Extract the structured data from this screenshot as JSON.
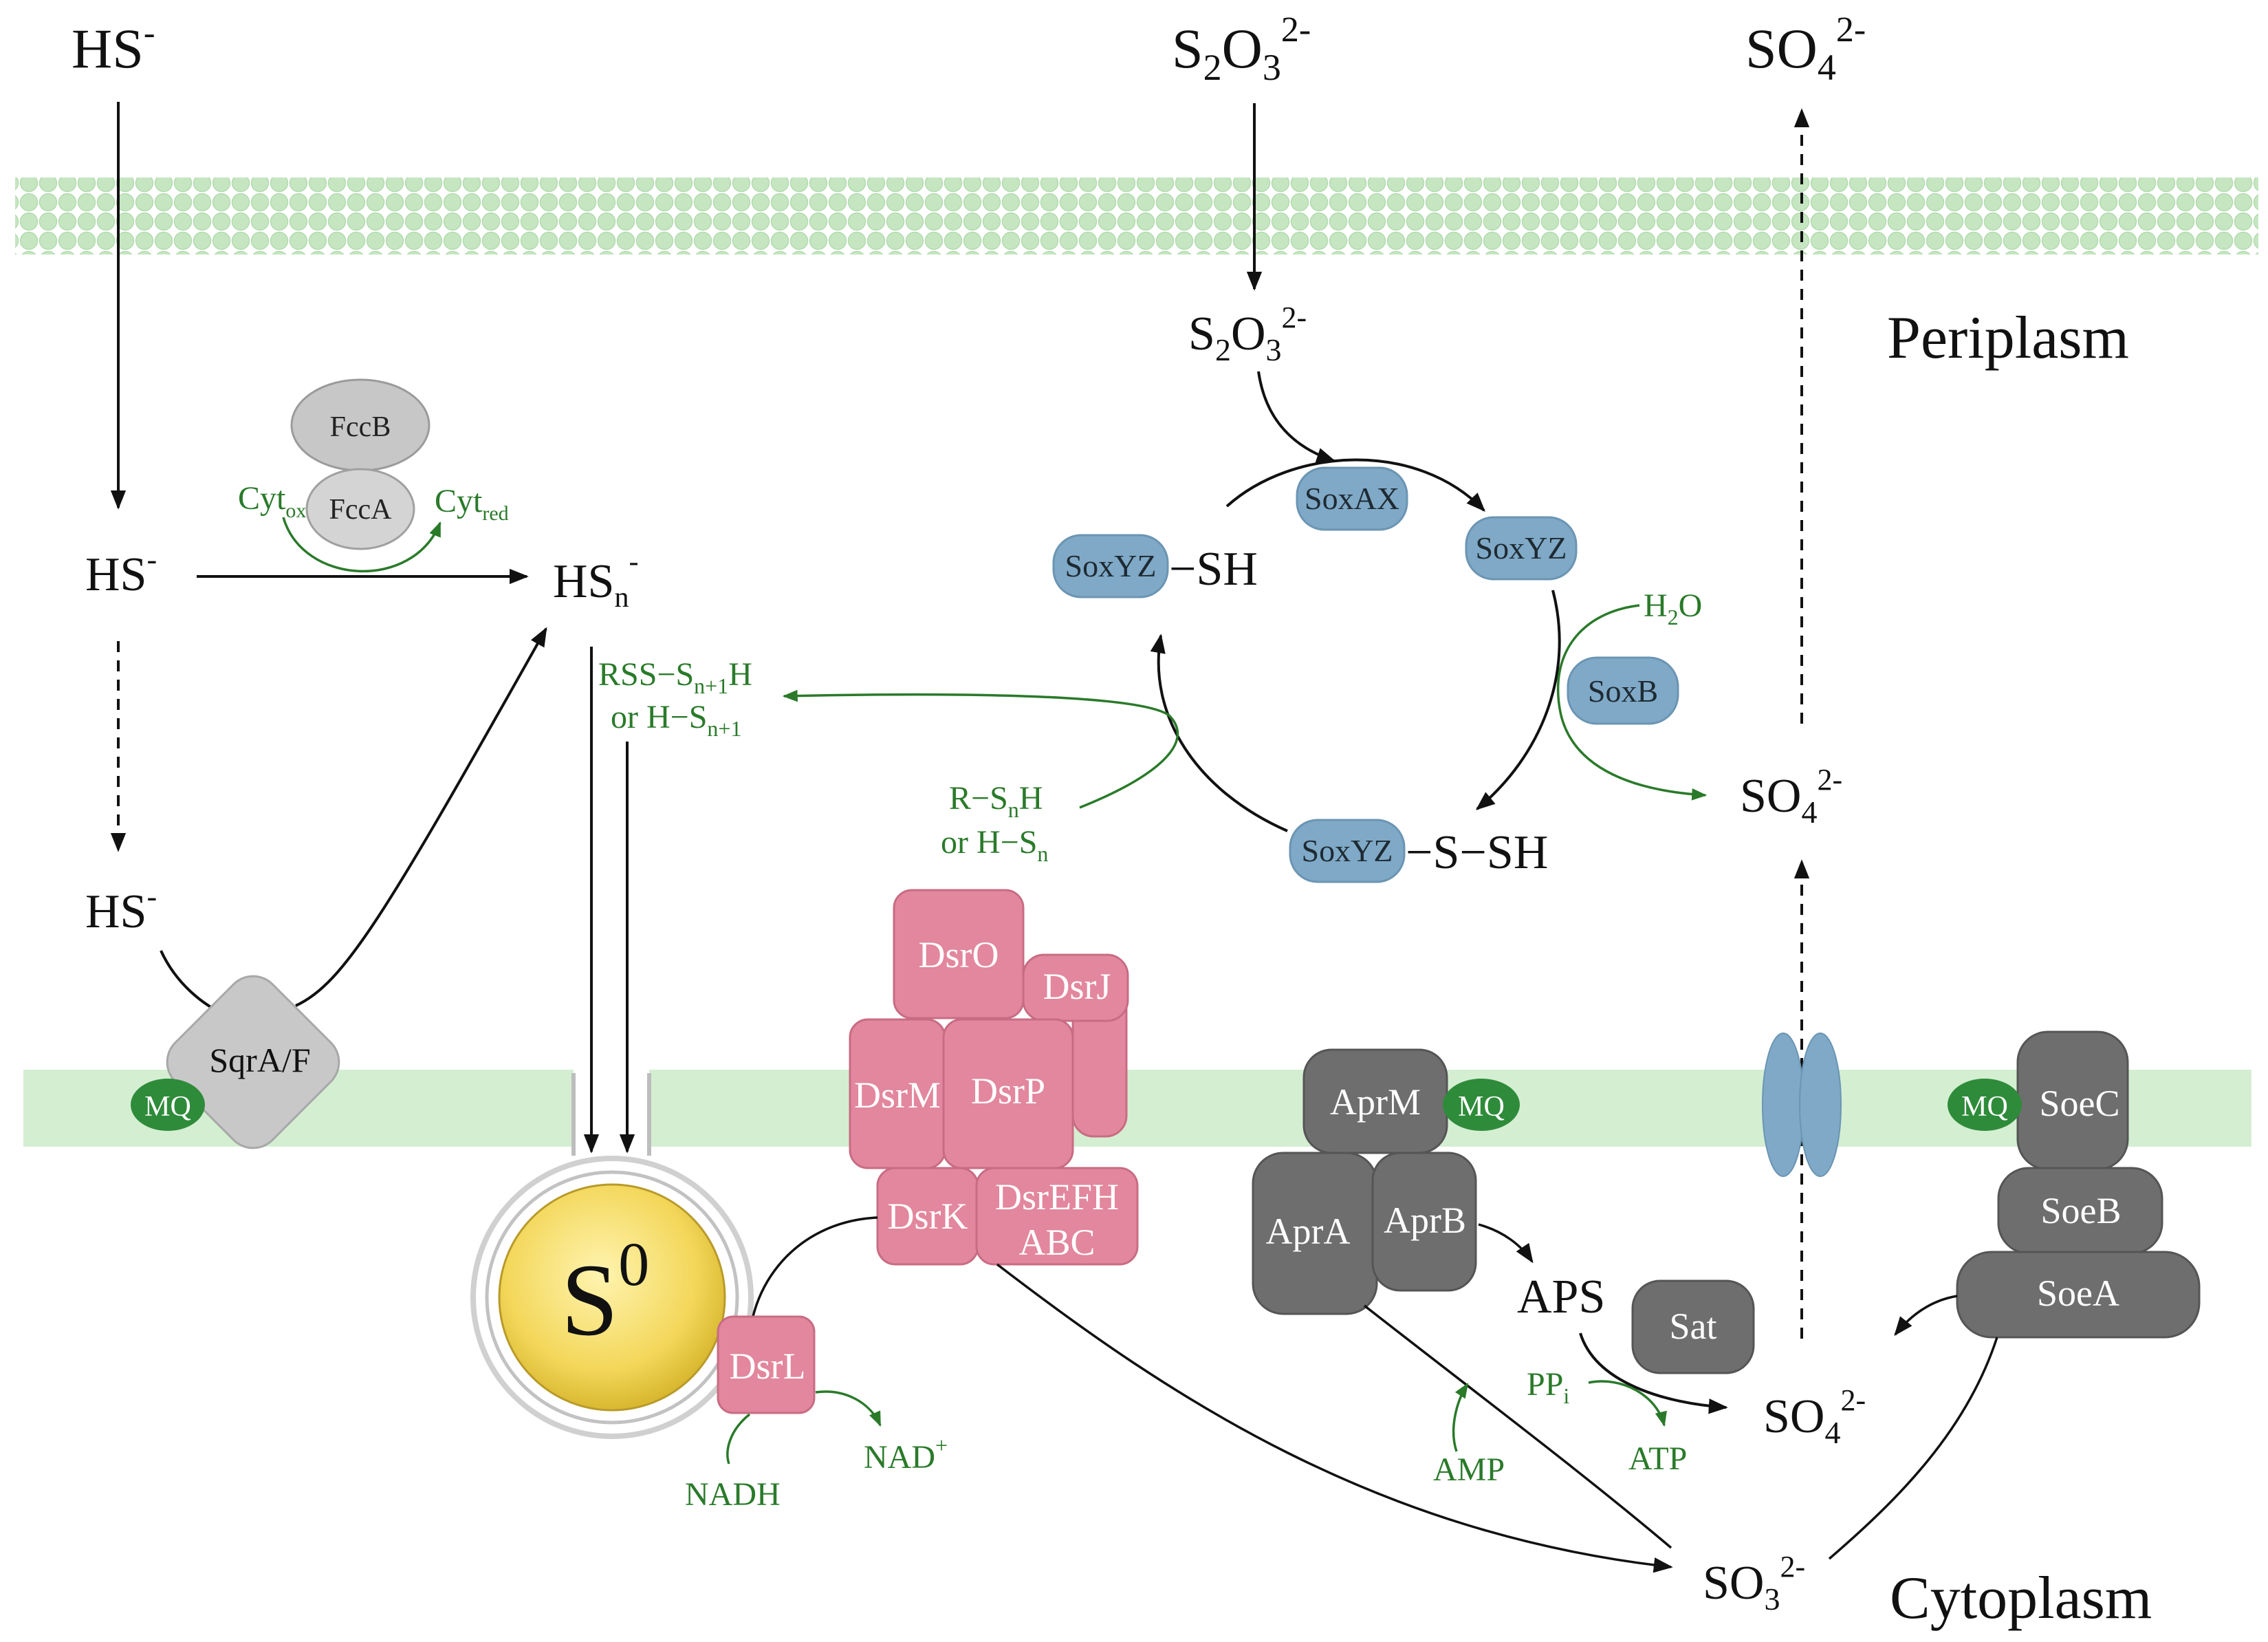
{
  "regions": {
    "periplasm": "Periplasm",
    "cytoplasm": "Cytoplasm"
  },
  "metabolites": {
    "hs_top": "HS",
    "hs_top_sup": "-",
    "s2o3_top_a": "S",
    "s2o3_top_sub1": "2",
    "s2o3_top_b": "O",
    "s2o3_top_sub2": "3",
    "s2o3_top_sup": "2-",
    "so4_top_a": "SO",
    "so4_top_sub": "4",
    "so4_top_sup": "2-",
    "hs_mid": "HS",
    "hs_mid_sup": "-",
    "hs_low": "HS",
    "hs_low_sup": "-",
    "hsn": "HS",
    "hsn_sub": "n",
    "hsn_sup": "-",
    "s2o3_peri_a": "S",
    "s2o3_peri_sub1": "2",
    "s2o3_peri_b": "O",
    "s2o3_peri_sub2": "3",
    "s2o3_peri_sup": "2-",
    "so4_peri_a": "SO",
    "so4_peri_sub": "4",
    "so4_peri_sup": "2-",
    "s0": "S",
    "s0_sup": "0",
    "aps": "APS",
    "so4_cyto_a": "SO",
    "so4_cyto_sub": "4",
    "so4_cyto_sup": "2-",
    "so3_a": "SO",
    "so3_sub": "3",
    "so3_sup": "2-",
    "sh_suffix": "−SH",
    "ssh_suffix": "−S−SH"
  },
  "green_labels": {
    "cyt_ox": "Cyt",
    "cyt_ox_sub": "ox",
    "cyt_red": "Cyt",
    "cyt_red_sub": "red",
    "rss_line1_a": "RSS−S",
    "rss_line1_sub": "n+1",
    "rss_line1_b": "H",
    "rss_line2_a": "or H−S",
    "rss_line2_sub": "n+1",
    "rsnh_line1_a": "R−S",
    "rsnh_line1_sub": "n",
    "rsnh_line1_b": "H",
    "rsnh_line2_a": "or H−S",
    "rsnh_line2_sub": "n",
    "h2o_a": "H",
    "h2o_sub": "2",
    "h2o_b": "O",
    "nadh": "NADH",
    "nad_a": "NAD",
    "nad_sup": "+",
    "ppi_a": "PP",
    "ppi_sub": "i",
    "amp": "AMP",
    "atp": "ATP"
  },
  "proteins": {
    "fccb": "FccB",
    "fcca": "FccA",
    "sqr": "SqrA/F",
    "mq": "MQ",
    "soxax": "SoxAX",
    "soxyz": "SoxYZ",
    "soxb": "SoxB",
    "dsro": "DsrO",
    "dsrj": "DsrJ",
    "dsrm": "DsrM",
    "dsrp": "DsrP",
    "dsrk": "DsrK",
    "dsrefh_1": "DsrEFH",
    "dsrefh_2": "ABC",
    "dsrl": "DsrL",
    "aprm": "AprM",
    "apra": "AprA",
    "aprb": "AprB",
    "sat": "Sat",
    "soec": "SoeC",
    "soeb": "SoeB",
    "soea": "SoeA"
  },
  "colors": {
    "membrane_outer": "#cfe9cf",
    "membrane_inner": "#d6efd6",
    "sox_blue": "#7fa9c6",
    "dsr_pink": "#e2879d",
    "apr_grey": "#6e6e6e",
    "sqr_grey": "#c8c8c8",
    "mq_green": "#2e8b3a",
    "s0_yellow": "#f5da5c",
    "label_green": "#2a7a2a"
  }
}
